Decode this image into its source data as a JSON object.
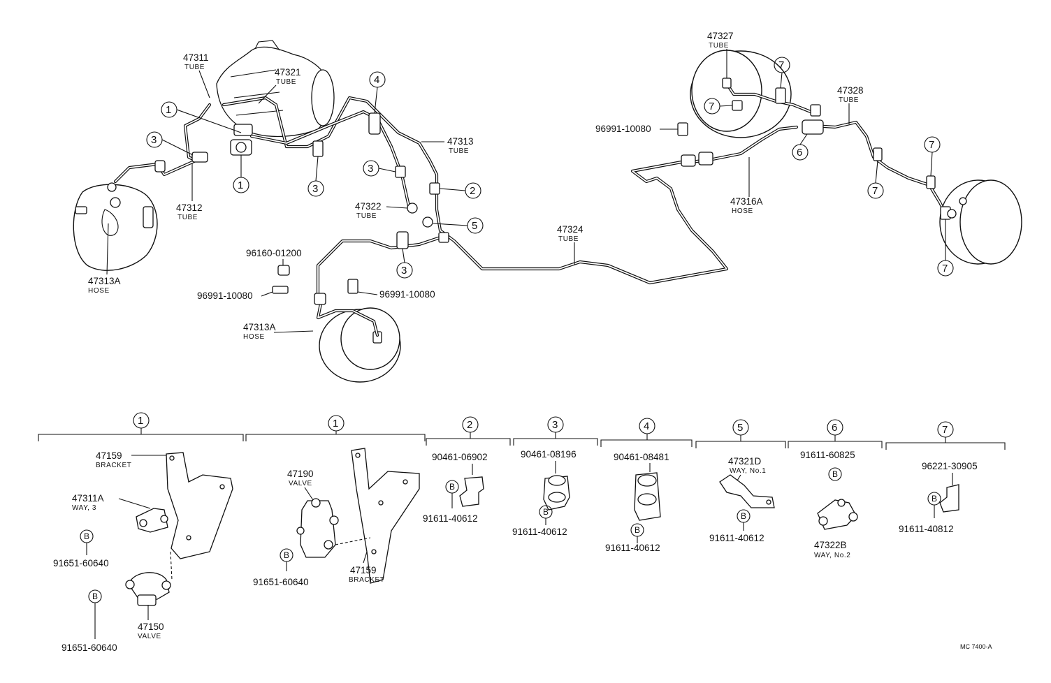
{
  "callouts": {
    "p47311": {
      "number": "47311",
      "sub": "TUBE"
    },
    "p47321": {
      "number": "47321",
      "sub": "TUBE"
    },
    "p47312": {
      "number": "47312",
      "sub": "TUBE"
    },
    "p47313": {
      "number": "47313",
      "sub": "TUBE"
    },
    "p47322": {
      "number": "47322",
      "sub": "TUBE"
    },
    "p47313A_left": {
      "number": "47313A",
      "sub": "HOSE"
    },
    "p47313A_mid": {
      "number": "47313A",
      "sub": "HOSE"
    },
    "p47324": {
      "number": "47324",
      "sub": "TUBE"
    },
    "p47327": {
      "number": "47327",
      "sub": "TUBE"
    },
    "p47328": {
      "number": "47328",
      "sub": "TUBE"
    },
    "p47316A": {
      "number": "47316A",
      "sub": "HOSE"
    },
    "p96160": {
      "number": "96160-01200"
    },
    "p96991_a": {
      "number": "96991-10080"
    },
    "p96991_b": {
      "number": "96991-10080"
    },
    "p96991_c": {
      "number": "96991-10080"
    }
  },
  "ref_numbers": [
    "1",
    "2",
    "3",
    "4",
    "5",
    "6",
    "7"
  ],
  "groups": [
    {
      "ref": "1",
      "parts": [
        {
          "number": "47159",
          "sub": "BRACKET"
        },
        {
          "number": "47311A",
          "sub": "WAY, 3"
        },
        {
          "number": "91651-60640"
        },
        {
          "number": "91651-60640"
        },
        {
          "number": "47150",
          "sub": "VALVE"
        }
      ]
    },
    {
      "ref": "1",
      "parts": [
        {
          "number": "47190",
          "sub": "VALVE"
        },
        {
          "number": "91651-60640"
        },
        {
          "number": "47159",
          "sub": "BRACKET"
        }
      ]
    },
    {
      "ref": "2",
      "parts": [
        {
          "number": "90461-06902"
        },
        {
          "number": "91611-40612"
        }
      ]
    },
    {
      "ref": "3",
      "parts": [
        {
          "number": "90461-08196"
        },
        {
          "number": "91611-40612"
        }
      ]
    },
    {
      "ref": "4",
      "parts": [
        {
          "number": "90461-08481"
        },
        {
          "number": "91611-40612"
        }
      ]
    },
    {
      "ref": "5",
      "parts": [
        {
          "number": "47321D",
          "sub": "WAY, No.1"
        },
        {
          "number": "91611-40612"
        }
      ]
    },
    {
      "ref": "6",
      "parts": [
        {
          "number": "91611-60825"
        },
        {
          "number": "47322B",
          "sub": "WAY, No.2"
        }
      ]
    },
    {
      "ref": "7",
      "parts": [
        {
          "number": "96221-30905"
        },
        {
          "number": "91611-40812"
        }
      ]
    }
  ],
  "bolt_label": "B",
  "drawing_code": "MC 7400-A"
}
